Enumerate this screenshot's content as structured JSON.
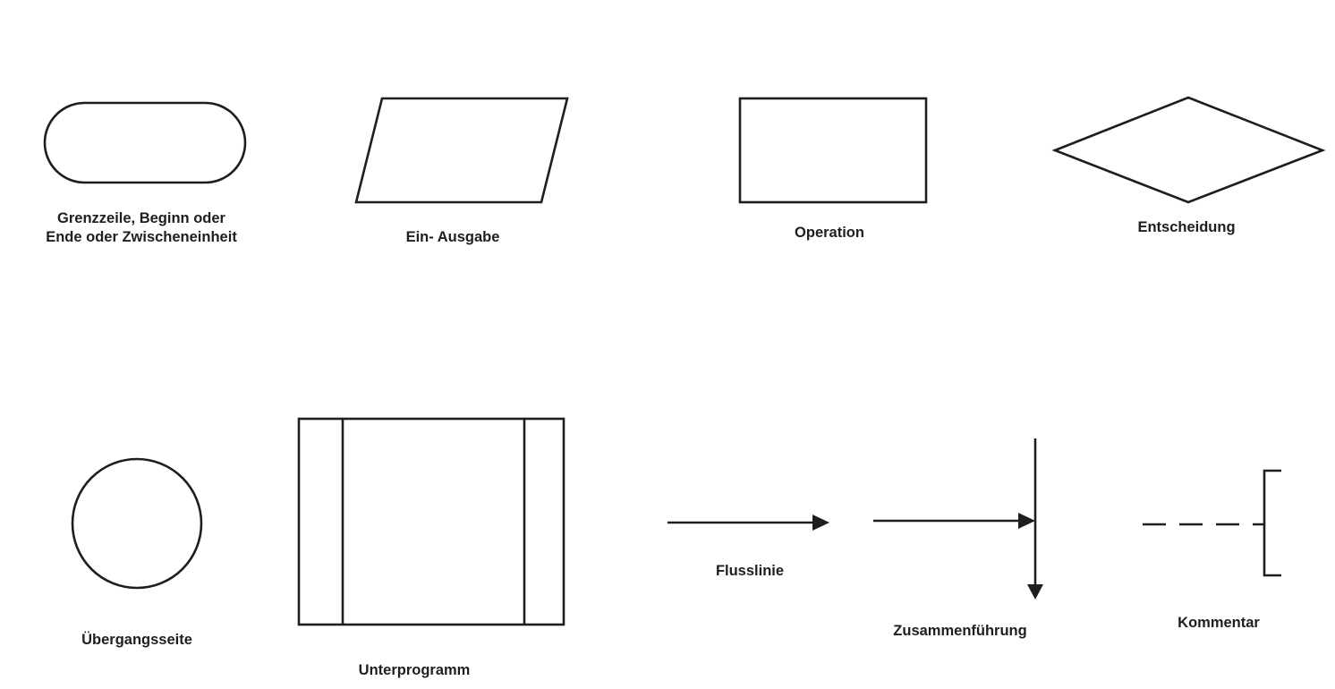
{
  "symbols": {
    "terminator": {
      "line1": "Grenzzeile, Beginn oder",
      "line2": "Ende oder Zwischeneinheit"
    },
    "io": {
      "label": "Ein- Ausgabe"
    },
    "operation": {
      "label": "Operation"
    },
    "decision": {
      "label": "Entscheidung"
    },
    "connector": {
      "label": "Übergangsseite"
    },
    "subroutine": {
      "label": "Unterprogramm"
    },
    "flowline": {
      "label": "Flusslinie"
    },
    "junction": {
      "label": "Zusammenführung"
    },
    "comment": {
      "label": "Kommentar"
    }
  },
  "colors": {
    "stroke": "#1e1e1e",
    "background": "#ffffff"
  }
}
